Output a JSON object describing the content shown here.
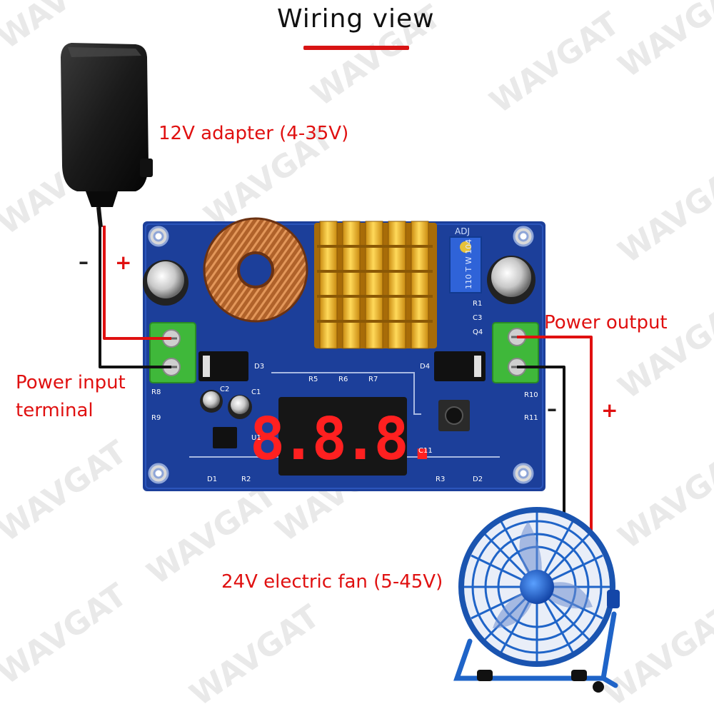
{
  "title": "Wiring view",
  "watermark": "WAVGAT",
  "labels": {
    "adapter": "12V adapter (4-35V)",
    "input_line1": "Power input",
    "input_line2": "terminal",
    "output": "Power output",
    "fan": "24V electric fan (5-45V)"
  },
  "signs": {
    "input_minus": "–",
    "input_plus": "+",
    "output_minus": "–",
    "output_plus": "+"
  },
  "board": {
    "display_digits": "8.8.8.",
    "adj_label": "ADJ",
    "pot_text": "110 T W 104",
    "silkscreen": [
      "R1",
      "C3",
      "Q4",
      "D3",
      "D4",
      "R5",
      "R6",
      "R7",
      "R8",
      "R9",
      "R10",
      "R11",
      "C1",
      "C2",
      "C11",
      "U1",
      "D1",
      "D2",
      "R2",
      "R3"
    ]
  },
  "colors": {
    "wire_positive": "#e01010",
    "wire_negative": "#111111",
    "pcb": "#1c3f9a",
    "heatsink": "#f0b828",
    "terminal": "#3fb83a",
    "display_segments": "#ff2020",
    "fan_frame": "#1f64c8",
    "title_underline": "#d81414"
  }
}
